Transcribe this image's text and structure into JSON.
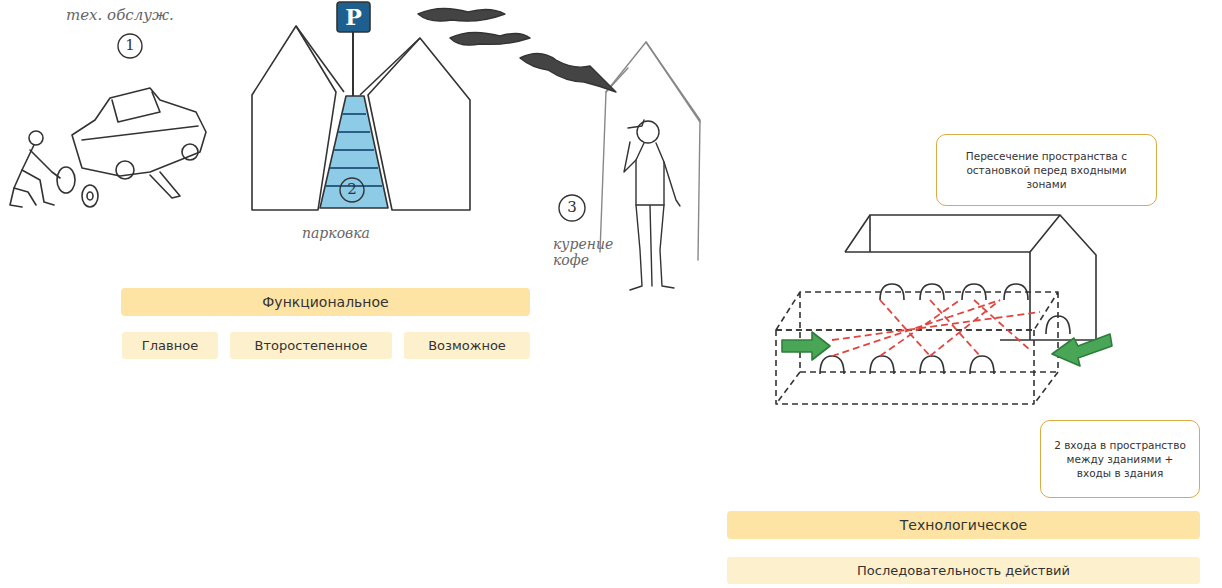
{
  "diagram": {
    "nodes": [
      {
        "text": [
          "Функциональное"
        ]
      },
      {
        "text": [
          "Главное"
        ]
      },
      {
        "text": [
          "Второстепенное"
        ]
      },
      {
        "text": [
          "Возможное"
        ]
      },
      {
        "text": [
          "Пересечение пространства с остановкой перед входными зонами"
        ]
      },
      {
        "text": [
          "2 входа в пространство между зданиями + входы в здания"
        ]
      },
      {
        "text": [
          "Технологическое"
        ]
      },
      {
        "text": [
          "Последовательность действий"
        ]
      }
    ],
    "labels": [
      "тех. обслуж.",
      "1",
      "P",
      "2",
      "парковка",
      "3",
      "курение кофе"
    ]
  }
}
